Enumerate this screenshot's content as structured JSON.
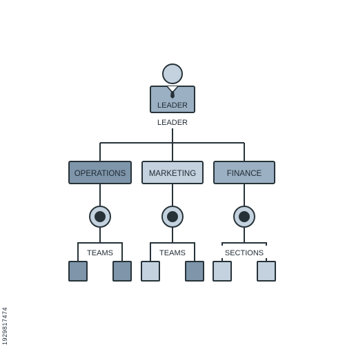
{
  "diagram": {
    "leader": {
      "badge_label": "LEADER",
      "caption": "LEADER"
    },
    "departments": [
      {
        "label": "OPERATIONS",
        "subgroup_label": "TEAMS"
      },
      {
        "label": "MARKETING",
        "subgroup_label": "TEAMS"
      },
      {
        "label": "FINANCE",
        "subgroup_label": "SECTIONS"
      }
    ]
  },
  "stock_id": "1929817474",
  "colors": {
    "outline": "#263238",
    "fill_light": "#c3d2de",
    "fill_mid": "#9bb0c2",
    "fill_dark": "#7e95aa",
    "node_dark": "#263238",
    "background": "#ffffff"
  }
}
